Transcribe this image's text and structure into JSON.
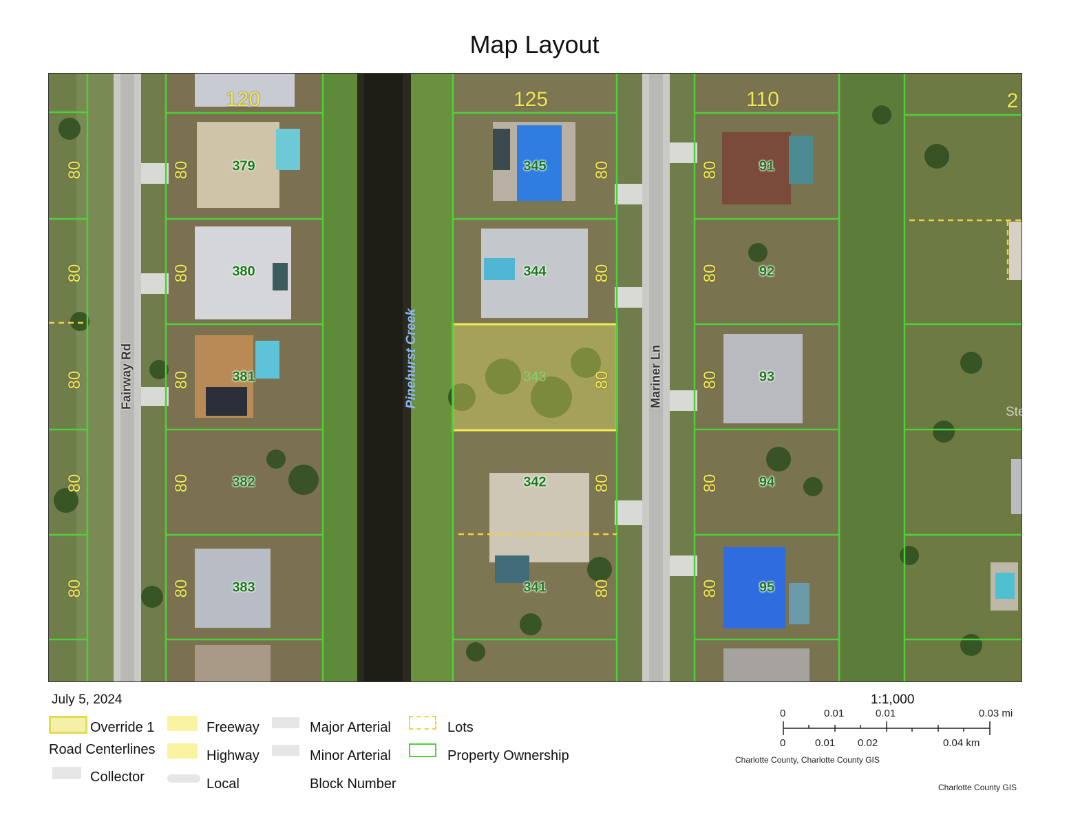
{
  "title": "Map Layout",
  "date": "July 5, 2024",
  "watermark": "StellarMLS",
  "map": {
    "creek_label": "Pinehurst Creek",
    "roads": {
      "left": "Fairway Rd",
      "right": "Mariner Ln"
    },
    "selected_parcel": "343",
    "block_numbers": {
      "left": "120",
      "middle": "125",
      "right": "110",
      "far_right": "2"
    },
    "lot_width_label": "80",
    "lots_left": [
      "379",
      "380",
      "381",
      "382",
      "383"
    ],
    "lots_middle": [
      "345",
      "344",
      "343",
      "342",
      "341"
    ],
    "lots_right": [
      "91",
      "92",
      "93",
      "94",
      "95"
    ]
  },
  "legend": {
    "override": "Override 1",
    "road_centerlines": "Road Centerlines",
    "collector": "Collector",
    "freeway": "Freeway",
    "highway": "Highway",
    "local": "Local",
    "major_arterial": "Major Arterial",
    "minor_arterial": "Minor Arterial",
    "block_number": "Block Number",
    "lots": "Lots",
    "property_ownership": "Property Ownership"
  },
  "scale": {
    "ratio": "1:1,000",
    "mi_labels": [
      "0",
      "0.01",
      "0.01",
      "0.03 mi"
    ],
    "km_labels": [
      "0",
      "0.01",
      "0.02",
      "0.04 km"
    ]
  },
  "credits": {
    "source": "Charlotte County, Charlotte County GIS",
    "footer": "Charlotte County GIS"
  },
  "colors": {
    "parcel_line": "#4cd137",
    "highlight": "#f7f06a",
    "lot_dashed": "#f4d03f",
    "road": "#d9d9d9"
  }
}
